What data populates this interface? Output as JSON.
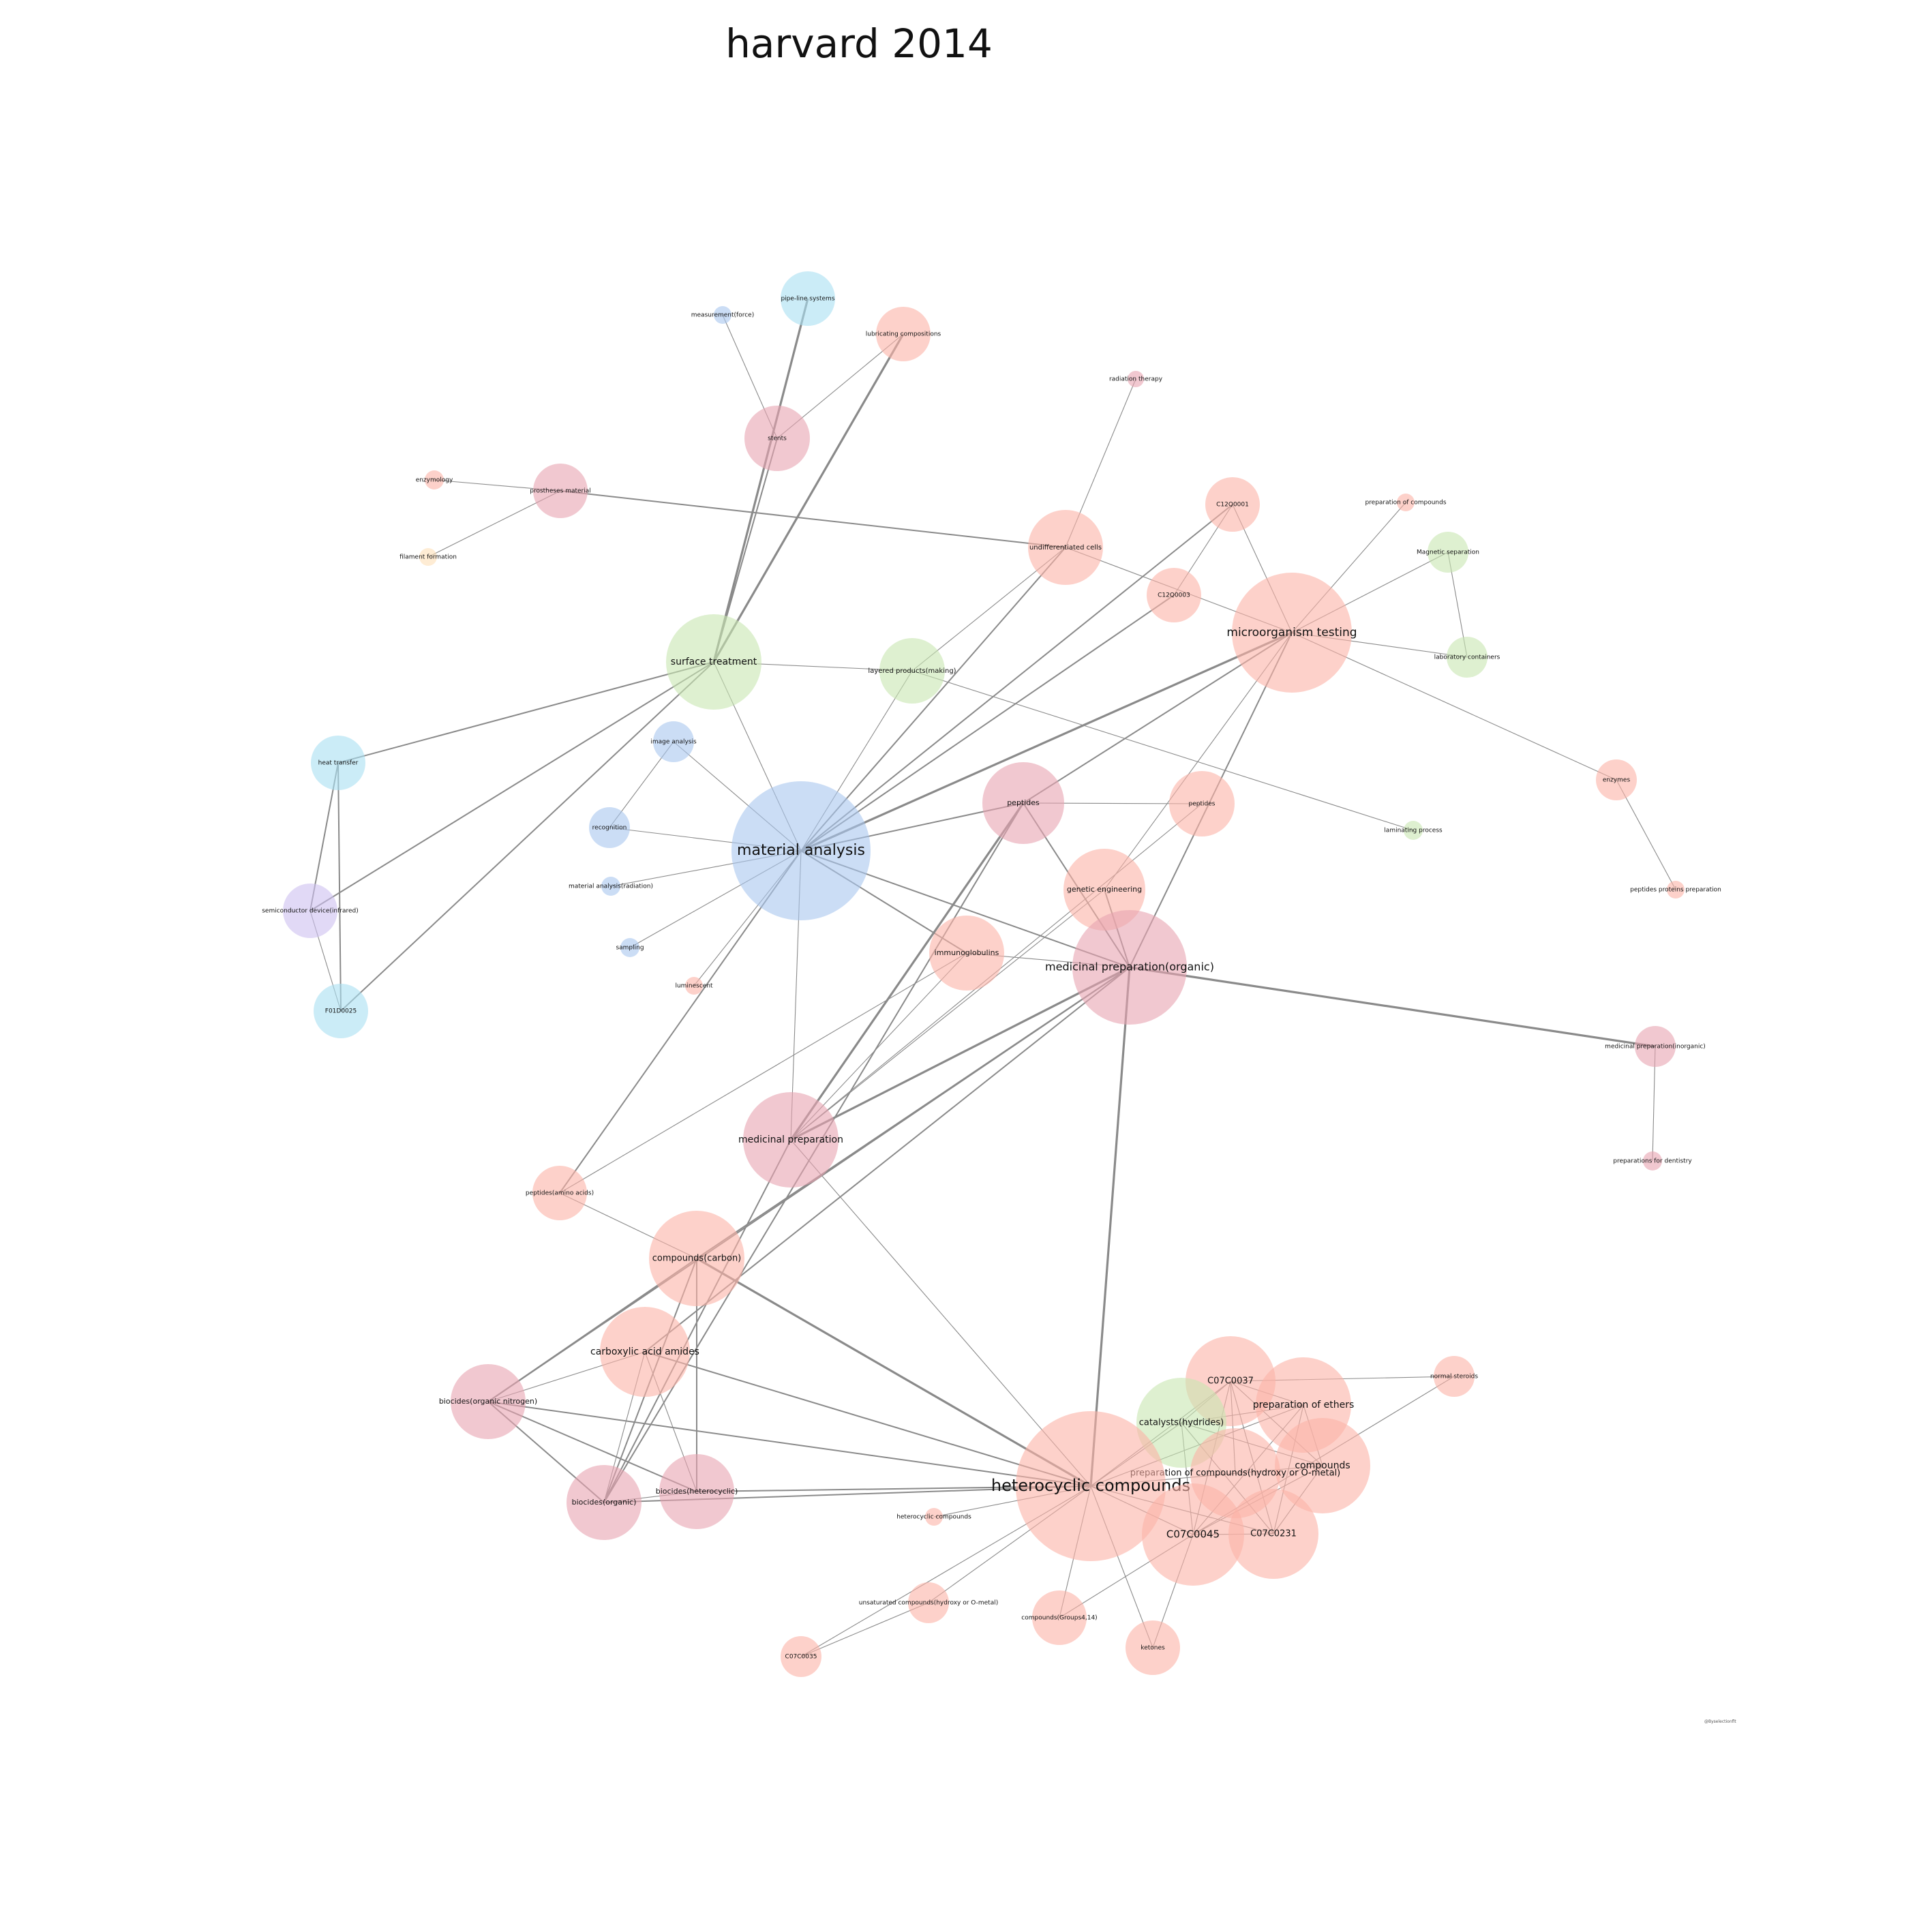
{
  "title": "harvard 2014",
  "credit": "@Byselectionflt",
  "colors": {
    "salmon": "#fbb3a6",
    "rose": "#e7a4b1",
    "blue": "#a9c6ef",
    "green": "#c8e6b0",
    "cyan": "#a8dff2",
    "lavender": "#cdbff0",
    "peach": "#fde0b8",
    "edge": "#8a8a8a"
  },
  "nodes": [
    {
      "id": "pipe-line-systems",
      "label": "pipe-line systems",
      "color": "cyan",
      "size": 2
    },
    {
      "id": "measurement-force",
      "label": "measurement(force)",
      "color": "blue",
      "size": 1
    },
    {
      "id": "lubricating-compositions",
      "label": "lubricating compositions",
      "color": "salmon",
      "size": 2
    },
    {
      "id": "stents",
      "label": "stents",
      "color": "rose",
      "size": 2.5
    },
    {
      "id": "radiation-therapy",
      "label": "radiation therapy",
      "color": "rose",
      "size": 1
    },
    {
      "id": "enzymology",
      "label": "enzymology",
      "color": "salmon",
      "size": 1
    },
    {
      "id": "prostheses-material",
      "label": "prostheses material",
      "color": "rose",
      "size": 2
    },
    {
      "id": "filament-formation",
      "label": "filament formation",
      "color": "peach",
      "size": 1
    },
    {
      "id": "c12q0001",
      "label": "C12Q0001",
      "color": "salmon",
      "size": 2
    },
    {
      "id": "preparation-of-compounds-top",
      "label": "preparation of compounds",
      "color": "salmon",
      "size": 1
    },
    {
      "id": "undifferentiated-cells",
      "label": "undifferentiated cells",
      "color": "salmon",
      "size": 3
    },
    {
      "id": "magnetic-separation",
      "label": "Magnetic separation",
      "color": "green",
      "size": 1.5
    },
    {
      "id": "c12q0003",
      "label": "C12Q0003",
      "color": "salmon",
      "size": 2
    },
    {
      "id": "microorganism-testing",
      "label": "microorganism testing",
      "color": "salmon",
      "size": 5
    },
    {
      "id": "laboratory-containers",
      "label": "laboratory containers",
      "color": "green",
      "size": 1.5
    },
    {
      "id": "surface-treatment",
      "label": "surface treatment",
      "color": "green",
      "size": 4
    },
    {
      "id": "layered-products",
      "label": "layered products(making)",
      "color": "green",
      "size": 2.5
    },
    {
      "id": "heat-transfer",
      "label": "heat transfer",
      "color": "cyan",
      "size": 2
    },
    {
      "id": "image-analysis",
      "label": "image analysis",
      "color": "blue",
      "size": 1.5
    },
    {
      "id": "enzymes",
      "label": "enzymes",
      "color": "salmon",
      "size": 1.5
    },
    {
      "id": "recognition",
      "label": "recognition",
      "color": "blue",
      "size": 1.5
    },
    {
      "id": "peptides-rose",
      "label": "peptides",
      "color": "rose",
      "size": 3
    },
    {
      "id": "peptides-salmon",
      "label": "peptides",
      "color": "salmon",
      "size": 2.5
    },
    {
      "id": "material-analysis",
      "label": "material analysis",
      "color": "blue",
      "size": 6
    },
    {
      "id": "laminating-process",
      "label": "laminating process",
      "color": "green",
      "size": 1
    },
    {
      "id": "material-analysis-radiation",
      "label": "material analysis(radiation)",
      "color": "blue",
      "size": 1
    },
    {
      "id": "genetic-engineering",
      "label": "genetic engineering",
      "color": "salmon",
      "size": 3
    },
    {
      "id": "peptides-proteins-preparation",
      "label": "peptides proteins preparation",
      "color": "salmon",
      "size": 1
    },
    {
      "id": "semiconductor-device",
      "label": "semiconductor device(infrared)",
      "color": "lavender",
      "size": 2
    },
    {
      "id": "immunoglobulins",
      "label": "immunoglobulins",
      "color": "salmon",
      "size": 3
    },
    {
      "id": "sampling",
      "label": "sampling",
      "color": "blue",
      "size": 1
    },
    {
      "id": "medicinal-preparation-organic",
      "label": "medicinal preparation(organic)",
      "color": "rose",
      "size": 5
    },
    {
      "id": "luminescent",
      "label": "luminescent",
      "color": "salmon",
      "size": 1
    },
    {
      "id": "f01d0025",
      "label": "F01D0025",
      "color": "cyan",
      "size": 2
    },
    {
      "id": "medicinal-preparation-inorganic",
      "label": "medicinal preparation(inorganic)",
      "color": "rose",
      "size": 1.5
    },
    {
      "id": "medicinal-preparation",
      "label": "medicinal preparation",
      "color": "rose",
      "size": 4
    },
    {
      "id": "preparations-for-dentistry",
      "label": "preparations for dentistry",
      "color": "rose",
      "size": 1
    },
    {
      "id": "peptides-amino-acids",
      "label": "peptides(amino acids)",
      "color": "salmon",
      "size": 2
    },
    {
      "id": "compounds-carbon",
      "label": "compounds(carbon)",
      "color": "salmon",
      "size": 4
    },
    {
      "id": "carboxylic-acid-amides",
      "label": "carboxylic acid amides",
      "color": "salmon",
      "size": 3.5
    },
    {
      "id": "normal-steroids",
      "label": "normal steroids",
      "color": "salmon",
      "size": 1.5
    },
    {
      "id": "c07c0037",
      "label": "C07C0037",
      "color": "salmon",
      "size": 3.5
    },
    {
      "id": "biocides-organic-nitrogen",
      "label": "biocides(organic nitrogen)",
      "color": "rose",
      "size": 3
    },
    {
      "id": "preparation-of-ethers",
      "label": "preparation of ethers",
      "color": "salmon",
      "size": 4
    },
    {
      "id": "catalysts-hydrides",
      "label": "catalysts(hydrides)",
      "color": "green",
      "size": 3.5
    },
    {
      "id": "compounds",
      "label": "compounds",
      "color": "salmon",
      "size": 4
    },
    {
      "id": "preparation-of-compounds-hydroxy",
      "label": "preparation of compounds(hydroxy or O-metal)",
      "color": "salmon",
      "size": 3.5
    },
    {
      "id": "heterocyclic-compounds",
      "label": "heterocyclic compounds",
      "color": "salmon",
      "size": 6
    },
    {
      "id": "biocides-heterocyclic",
      "label": "biocides(heterocyclic)",
      "color": "rose",
      "size": 3
    },
    {
      "id": "biocides-organic",
      "label": "biocides(organic)",
      "color": "rose",
      "size": 3
    },
    {
      "id": "heterocyclic-compounds-small",
      "label": "heterocyclic compounds",
      "color": "salmon",
      "size": 1
    },
    {
      "id": "c07c0045",
      "label": "C07C0045",
      "color": "salmon",
      "size": 4
    },
    {
      "id": "c07c0231",
      "label": "C07C0231",
      "color": "salmon",
      "size": 3.5
    },
    {
      "id": "unsaturated-compounds",
      "label": "unsaturated compounds(hydroxy or O-metal)",
      "color": "salmon",
      "size": 2
    },
    {
      "id": "compounds-groups",
      "label": "compounds(Groups4,14)",
      "color": "salmon",
      "size": 2
    },
    {
      "id": "ketones",
      "label": "ketones",
      "color": "salmon",
      "size": 2
    },
    {
      "id": "c07c0035",
      "label": "C07C0035",
      "color": "salmon",
      "size": 1.5
    }
  ],
  "edges": [
    [
      "pipe-line-systems",
      "surface-treatment",
      3
    ],
    [
      "lubricating-compositions",
      "surface-treatment",
      3
    ],
    [
      "lubricating-compositions",
      "stents",
      1
    ],
    [
      "measurement-force",
      "stents",
      1
    ],
    [
      "stents",
      "surface-treatment",
      2
    ],
    [
      "enzymology",
      "prostheses-material",
      1
    ],
    [
      "prostheses-material",
      "filament-formation",
      1
    ],
    [
      "prostheses-material",
      "undifferentiated-cells",
      2
    ],
    [
      "radiation-therapy",
      "undifferentiated-cells",
      1
    ],
    [
      "undifferentiated-cells",
      "microorganism-testing",
      1
    ],
    [
      "undifferentiated-cells",
      "layered-products",
      1
    ],
    [
      "undifferentiated-cells",
      "material-analysis",
      2
    ],
    [
      "c12q0001",
      "microorganism-testing",
      1
    ],
    [
      "c12q0001",
      "material-analysis",
      2
    ],
    [
      "c12q0001",
      "c12q0003",
      1
    ],
    [
      "c12q0003",
      "material-analysis",
      2
    ],
    [
      "preparation-of-compounds-top",
      "microorganism-testing",
      1
    ],
    [
      "magnetic-separation",
      "microorganism-testing",
      1
    ],
    [
      "magnetic-separation",
      "laboratory-containers",
      1
    ],
    [
      "microorganism-testing",
      "laboratory-containers",
      1
    ],
    [
      "microorganism-testing",
      "enzymes",
      1
    ],
    [
      "microorganism-testing",
      "material-analysis",
      3
    ],
    [
      "microorganism-testing",
      "peptides-rose",
      2
    ],
    [
      "microorganism-testing",
      "medicinal-preparation-organic",
      2
    ],
    [
      "microorganism-testing",
      "genetic-engineering",
      1
    ],
    [
      "enzymes",
      "peptides-proteins-preparation",
      1
    ],
    [
      "surface-treatment",
      "layered-products",
      1
    ],
    [
      "surface-treatment",
      "heat-transfer",
      2
    ],
    [
      "surface-treatment",
      "semiconductor-device",
      2
    ],
    [
      "surface-treatment",
      "f01d0025",
      2
    ],
    [
      "surface-treatment",
      "material-analysis",
      1
    ],
    [
      "layered-products",
      "laminating-process",
      1
    ],
    [
      "layered-products",
      "material-analysis",
      1
    ],
    [
      "heat-transfer",
      "semiconductor-device",
      2
    ],
    [
      "heat-transfer",
      "f01d0025",
      2
    ],
    [
      "semiconductor-device",
      "f01d0025",
      1
    ],
    [
      "image-analysis",
      "material-analysis",
      1
    ],
    [
      "image-analysis",
      "recognition",
      1
    ],
    [
      "recognition",
      "material-analysis",
      1
    ],
    [
      "material-analysis-radiation",
      "material-analysis",
      1
    ],
    [
      "sampling",
      "material-analysis",
      1
    ],
    [
      "luminescent",
      "material-analysis",
      1
    ],
    [
      "material-analysis",
      "peptides-rose",
      2
    ],
    [
      "material-analysis",
      "immunoglobulins",
      2
    ],
    [
      "material-analysis",
      "medicinal-preparation-organic",
      2
    ],
    [
      "material-analysis",
      "medicinal-preparation",
      1
    ],
    [
      "material-analysis",
      "peptides-amino-acids",
      2
    ],
    [
      "peptides-rose",
      "peptides-salmon",
      1
    ],
    [
      "peptides-rose",
      "medicinal-preparation-organic",
      2
    ],
    [
      "peptides-rose",
      "medicinal-preparation",
      3
    ],
    [
      "peptides-rose",
      "biocides-organic",
      2
    ],
    [
      "peptides-salmon",
      "medicinal-preparation",
      1
    ],
    [
      "genetic-engineering",
      "medicinal-preparation-organic",
      2
    ],
    [
      "genetic-engineering",
      "medicinal-preparation",
      1
    ],
    [
      "immunoglobulins",
      "medicinal-preparation-organic",
      1
    ],
    [
      "immunoglobulins",
      "peptides-amino-acids",
      1
    ],
    [
      "immunoglobulins",
      "medicinal-preparation",
      1
    ],
    [
      "medicinal-preparation-organic",
      "medicinal-preparation-inorganic",
      3
    ],
    [
      "medicinal-preparation-organic",
      "medicinal-preparation",
      3
    ],
    [
      "medicinal-preparation-organic",
      "heterocyclic-compounds",
      3
    ],
    [
      "medicinal-preparation-organic",
      "compounds-carbon",
      2
    ],
    [
      "medicinal-preparation-organic",
      "biocides-organic-nitrogen",
      2
    ],
    [
      "medicinal-preparation-organic",
      "carboxylic-acid-amides",
      2
    ],
    [
      "medicinal-preparation-inorganic",
      "preparations-for-dentistry",
      1
    ],
    [
      "medicinal-preparation",
      "heterocyclic-compounds",
      1
    ],
    [
      "medicinal-preparation",
      "biocides-organic",
      2
    ],
    [
      "peptides-amino-acids",
      "compounds-carbon",
      1
    ],
    [
      "compounds-carbon",
      "heterocyclic-compounds",
      3
    ],
    [
      "compounds-carbon",
      "biocides-organic-nitrogen",
      2
    ],
    [
      "compounds-carbon",
      "biocides-heterocyclic",
      2
    ],
    [
      "compounds-carbon",
      "biocides-organic",
      2
    ],
    [
      "carboxylic-acid-amides",
      "heterocyclic-compounds",
      2
    ],
    [
      "carboxylic-acid-amides",
      "biocides-organic-nitrogen",
      1
    ],
    [
      "carboxylic-acid-amides",
      "biocides-heterocyclic",
      1
    ],
    [
      "carboxylic-acid-amides",
      "biocides-organic",
      1
    ],
    [
      "biocides-organic-nitrogen",
      "heterocyclic-compounds",
      2
    ],
    [
      "biocides-organic-nitrogen",
      "biocides-organic",
      2
    ],
    [
      "biocides-organic-nitrogen",
      "biocides-heterocyclic",
      2
    ],
    [
      "biocides-organic",
      "biocides-heterocyclic",
      1
    ],
    [
      "biocides-organic",
      "heterocyclic-compounds",
      2
    ],
    [
      "biocides-heterocyclic",
      "heterocyclic-compounds",
      2
    ],
    [
      "heterocyclic-compounds",
      "catalysts-hydrides",
      1
    ],
    [
      "heterocyclic-compounds",
      "c07c0037",
      1
    ],
    [
      "heterocyclic-compounds",
      "preparation-of-ethers",
      1
    ],
    [
      "heterocyclic-compounds",
      "compounds",
      1
    ],
    [
      "heterocyclic-compounds",
      "c07c0045",
      1
    ],
    [
      "heterocyclic-compounds",
      "c07c0231",
      1
    ],
    [
      "heterocyclic-compounds",
      "compounds-groups",
      1
    ],
    [
      "heterocyclic-compounds",
      "ketones",
      1
    ],
    [
      "heterocyclic-compounds",
      "unsaturated-compounds",
      1
    ],
    [
      "heterocyclic-compounds",
      "c07c0035",
      1
    ],
    [
      "heterocyclic-compounds",
      "heterocyclic-compounds-small",
      1
    ],
    [
      "catalysts-hydrides",
      "c07c0037",
      1
    ],
    [
      "catalysts-hydrides",
      "preparation-of-ethers",
      1
    ],
    [
      "catalysts-hydrides",
      "compounds",
      1
    ],
    [
      "catalysts-hydrides",
      "c07c0045",
      1
    ],
    [
      "catalysts-hydrides",
      "c07c0231",
      1
    ],
    [
      "c07c0037",
      "preparation-of-ethers",
      1
    ],
    [
      "c07c0037",
      "compounds",
      1
    ],
    [
      "c07c0037",
      "c07c0045",
      1
    ],
    [
      "c07c0037",
      "c07c0231",
      1
    ],
    [
      "c07c0037",
      "preparation-of-compounds-hydroxy",
      1
    ],
    [
      "preparation-of-ethers",
      "compounds",
      1
    ],
    [
      "preparation-of-ethers",
      "c07c0045",
      1
    ],
    [
      "preparation-of-ethers",
      "c07c0231",
      1
    ],
    [
      "compounds",
      "c07c0045",
      1
    ],
    [
      "compounds",
      "c07c0231",
      1
    ],
    [
      "c07c0045",
      "c07c0231",
      1
    ],
    [
      "normal-steroids",
      "c07c0045",
      1
    ],
    [
      "normal-steroids",
      "c07c0037",
      1
    ],
    [
      "c07c0045",
      "ketones",
      1
    ],
    [
      "c07c0045",
      "compounds-groups",
      1
    ],
    [
      "unsaturated-compounds",
      "c07c0035",
      1
    ]
  ]
}
